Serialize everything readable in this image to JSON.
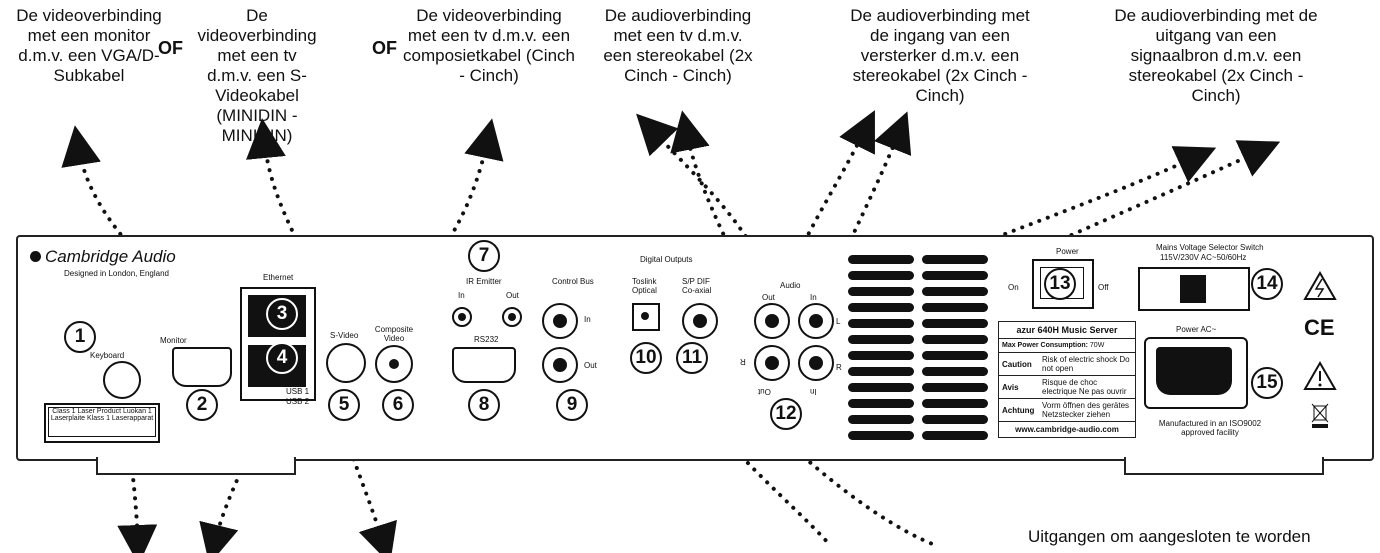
{
  "captions": {
    "vga": "De videoverbinding met een monitor d.m.v. een VGA/D-Subkabel",
    "svideo": "De videoverbinding met een tv d.m.v. een S-Videokabel (MINIDIN - MINIDIN)",
    "composite": "De videoverbinding met een tv d.m.v. een composietkabel (Cinch - Cinch)",
    "audio_tv": "De audioverbinding met een tv d.m.v. een stereokabel (2x Cinch - Cinch)",
    "audio_amp": "De audioverbinding met de ingang van een versterker d.m.v. een stereokabel (2x Cinch - Cinch)",
    "audio_source": "De audioverbinding met de uitgang van een signaalbron d.m.v. een stereokabel (2x Cinch - Cinch)",
    "or_label": "OF",
    "bottom": "Uitgangen om aangesloten te worden"
  },
  "brand": {
    "name": "Cambridge Audio",
    "tagline": "Designed in London, England"
  },
  "panel_labels": {
    "ethernet": "Ethernet",
    "usb1": "USB 1",
    "usb2": "USB 2",
    "monitor": "Monitor",
    "keyboard": "Keyboard",
    "svideo": "S-Video",
    "composite": "Composite Video",
    "ir_emitter": "IR Emitter",
    "ir_in": "In",
    "ir_out": "Out",
    "rs232": "RS232",
    "control_bus": "Control Bus",
    "cb_in": "In",
    "cb_out": "Out",
    "digital_outputs": "Digital Outputs",
    "toslink": "Toslink Optical",
    "spdif": "S/P DIF Co-axial",
    "audio": "Audio",
    "audio_out": "Out",
    "audio_in": "In",
    "audio_l": "L",
    "audio_r": "R",
    "audio_r_rot": "R",
    "audio_out_rot": "Out",
    "audio_in_rot": "In",
    "power": "Power",
    "on": "On",
    "off": "Off",
    "laser": "Class 1 Laser Product Luokan 1 Laserplaite Klass 1 Laserapparat",
    "mains_title": "Mains Voltage Selector Switch",
    "mains_range": "115V/230V AC~50/60Hz",
    "power_ac": "Power AC~",
    "iso": "Manufactured in an ISO9002 approved facility",
    "ce": "CE"
  },
  "info_table": {
    "model": "azur 640H Music Server",
    "consumption_label": "Max Power Consumption:",
    "consumption_value": "70W",
    "rows": [
      {
        "term": "Caution",
        "text": "Risk of electric shock Do not open"
      },
      {
        "term": "Avis",
        "text": "Risque de choc electrique Ne pas ouvrir"
      },
      {
        "term": "Achtung",
        "text": "Vorm öffnen des gerätes Netzstecker ziehen"
      }
    ],
    "url": "www.cambridge-audio.com"
  },
  "numbers": [
    "1",
    "2",
    "3",
    "4",
    "5",
    "6",
    "7",
    "8",
    "9",
    "10",
    "11",
    "12",
    "13",
    "14",
    "15"
  ]
}
